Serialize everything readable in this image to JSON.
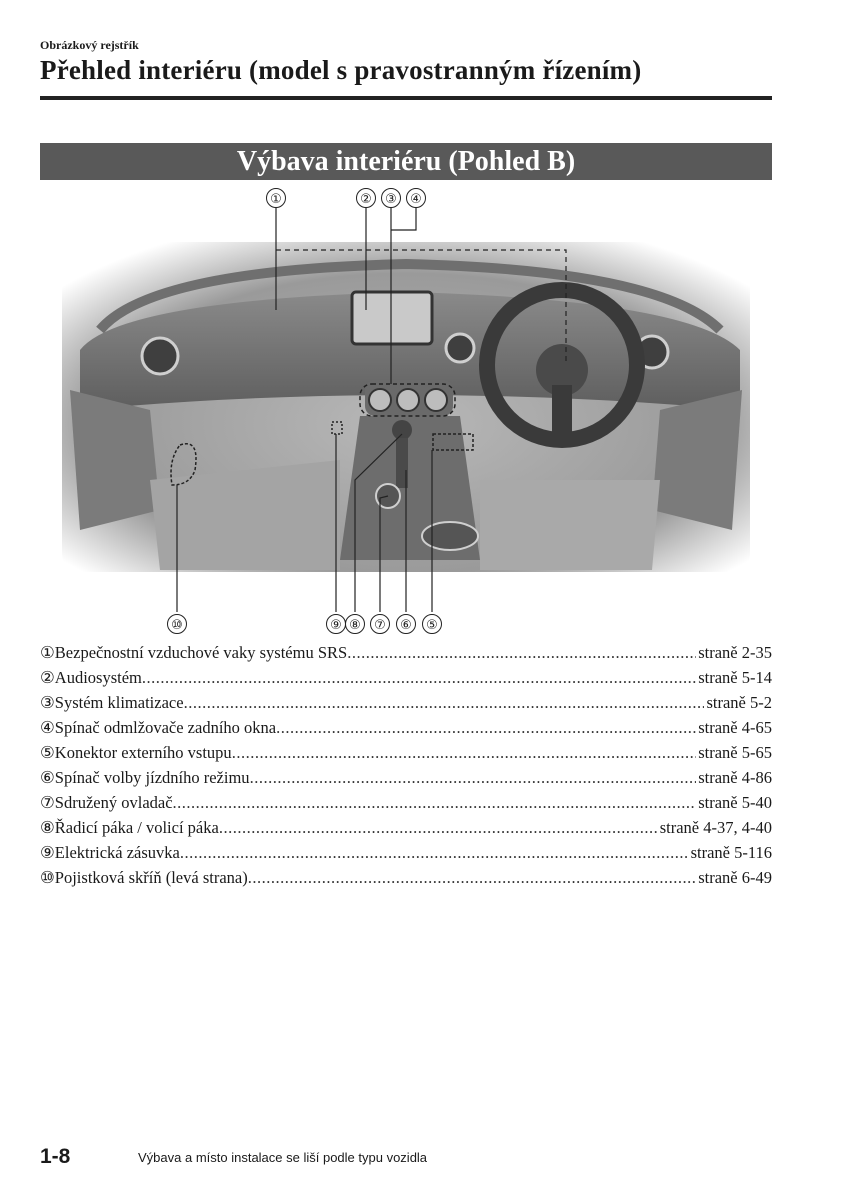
{
  "header": {
    "section_label": "Obrázkový rejstřík",
    "page_title": "Přehled interiéru (model s pravostranným řízením)"
  },
  "banner": {
    "title": "Výbava interiéru (Pohled B)"
  },
  "figure": {
    "callouts": [
      "①",
      "②",
      "③",
      "④",
      "⑤",
      "⑥",
      "⑦",
      "⑧",
      "⑨",
      "⑩"
    ]
  },
  "legend": [
    {
      "num": "①",
      "text": "Bezpečnostní vzduchové vaky systému SRS",
      "page": "straně 2-35"
    },
    {
      "num": "②",
      "text": "Audiosystém",
      "page": "straně 5-14"
    },
    {
      "num": "③",
      "text": "Systém klimatizace",
      "page": "straně 5-2"
    },
    {
      "num": "④",
      "text": "Spínač odmlžovače zadního okna",
      "page": "straně 4-65"
    },
    {
      "num": "⑤",
      "text": "Konektor externího vstupu",
      "page": "straně 5-65"
    },
    {
      "num": "⑥",
      "text": "Spínač volby jízdního režimu",
      "page": "straně 4-86"
    },
    {
      "num": "⑦",
      "text": "Sdružený ovladač",
      "page": "straně 5-40"
    },
    {
      "num": "⑧",
      "text": "Řadicí páka / volicí páka",
      "page": "straně 4-37, 4-40"
    },
    {
      "num": "⑨",
      "text": "Elektrická zásuvka",
      "page": "straně 5-116"
    },
    {
      "num": "⑩",
      "text": "Pojistková skříň (levá strana)",
      "page": "straně 6-49"
    }
  ],
  "footer": {
    "page_number": "1-8",
    "note": "Výbava a místo instalace se liší podle typu vozidla"
  }
}
